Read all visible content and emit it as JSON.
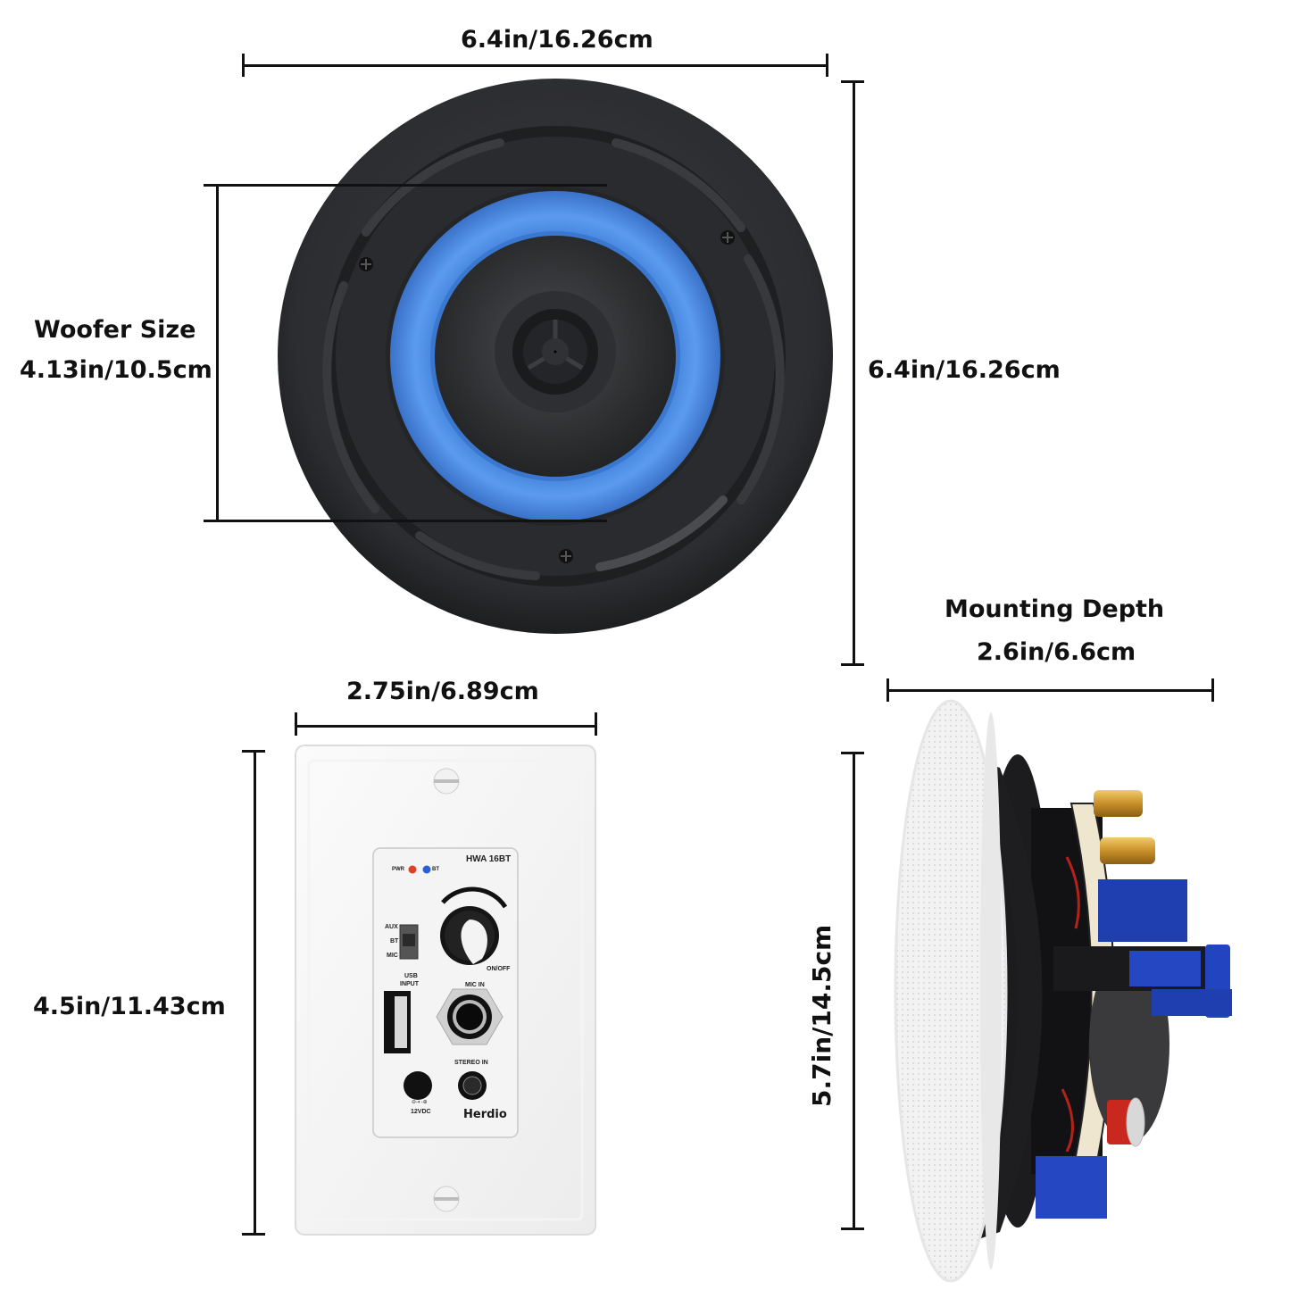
{
  "dimensions": {
    "top_width": "6.4in/16.26cm",
    "right_height": "6.4in/16.26cm",
    "woofer_title": "Woofer Size",
    "woofer_value": "4.13in/10.5cm",
    "mounting_title": "Mounting Depth",
    "mounting_value": "2.6in/6.6cm",
    "plate_width": "2.75in/6.89cm",
    "plate_height": "4.5in/11.43cm",
    "side_height": "5.7in/14.5cm"
  },
  "wall_plate": {
    "model": "HWA 16BT",
    "pwr_label": "PWR",
    "bt_label": "BT",
    "switch_labels": [
      "AUX",
      "BT",
      "MIC"
    ],
    "knob_label": "ON/OFF",
    "usb_label_line1": "USB",
    "usb_label_line2": "INPUT",
    "mic_label": "MIC IN",
    "stereo_label": "STEREO IN",
    "dc_symbol": "⊖-◐-⊕",
    "dc_label": "12VDC",
    "brand": "Herdio"
  },
  "colors": {
    "woofer_surround": "#4f8fe6",
    "speaker_body": "#2a2b2e",
    "pwr_led": "#e0402a",
    "bt_led": "#2a5fd8",
    "bracket_blue": "#1f3fb0",
    "coil_red": "#c8281e",
    "terminal_gold": "#d6a43a"
  }
}
